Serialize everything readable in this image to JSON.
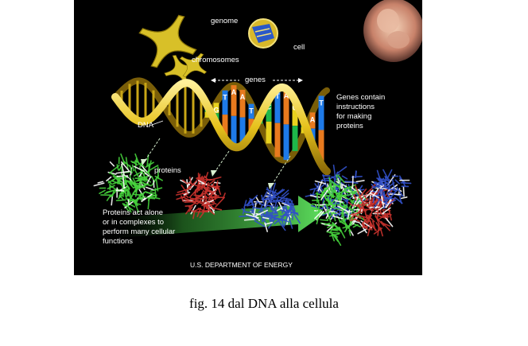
{
  "figure": {
    "labels": {
      "genome": "genome",
      "cell": "cell",
      "chromosomes": "chromosomes",
      "genes": "genes",
      "genes_note": "Genes contain\ninstructions\nfor making\nproteins",
      "dna": "DNA",
      "proteins": "proteins",
      "proteins_note": "Proteins act alone\nor in complexes to\nperform many cellular\nfunctions",
      "credit": "U.S. DEPARTMENT OF ENERGY"
    },
    "bases": [
      "C",
      "G",
      "T",
      "A",
      "A",
      "T",
      "G",
      "C",
      "T",
      "A",
      "G",
      "C",
      "A",
      "T"
    ],
    "colors": {
      "background": "#000000",
      "helix": "#e6c21c",
      "chromosome": "#d8c028",
      "protein_green": "#46d23c",
      "protein_red": "#c8322d",
      "protein_blue": "#3250c8",
      "arrow": "#3cc83c"
    }
  },
  "caption": "fig. 14 dal DNA alla cellula"
}
